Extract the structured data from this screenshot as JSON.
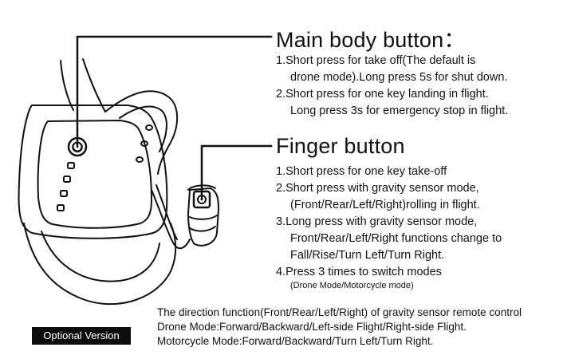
{
  "main_button": {
    "title": "Main body button：",
    "lines": [
      "1.Short press for take off(The default is",
      "drone mode).Long press 5s for shut down.",
      "2.Short press for one key landing in flight.",
      "Long press 3s for emergency stop in flight."
    ]
  },
  "finger_button": {
    "title": "Finger button",
    "lines": [
      "1.Short press for one key take-off",
      "2.Short press with gravity sensor mode,",
      "(Front/Rear/Left/Right)rolling in flight.",
      "3.Long press with gravity sensor mode,",
      "Front/Rear/Left/Right functions change to",
      "Fall/Rise/Turn Left/Turn Right.",
      "4.Press 3 times to switch modes",
      "(Drone Mode/Motorcycle mode)"
    ]
  },
  "direction_note": {
    "lines": [
      "The direction function(Front/Rear/Left/Right) of gravity sensor remote control",
      "Drone Mode:Forward/Backward/Left-side Flight/Right-side Flight.",
      "Motorcycle Mode:Forward/Backward/Turn Left/Turn Right."
    ]
  },
  "badge": {
    "label": "Optional Version"
  },
  "colors": {
    "ink": "#111111",
    "background": "#ffffff",
    "badge_background": "#0d0d0d",
    "badge_text": "#ffffff"
  },
  "icons": {
    "power_button": "power-icon",
    "finger_ring_button": "ring-button-icon"
  }
}
